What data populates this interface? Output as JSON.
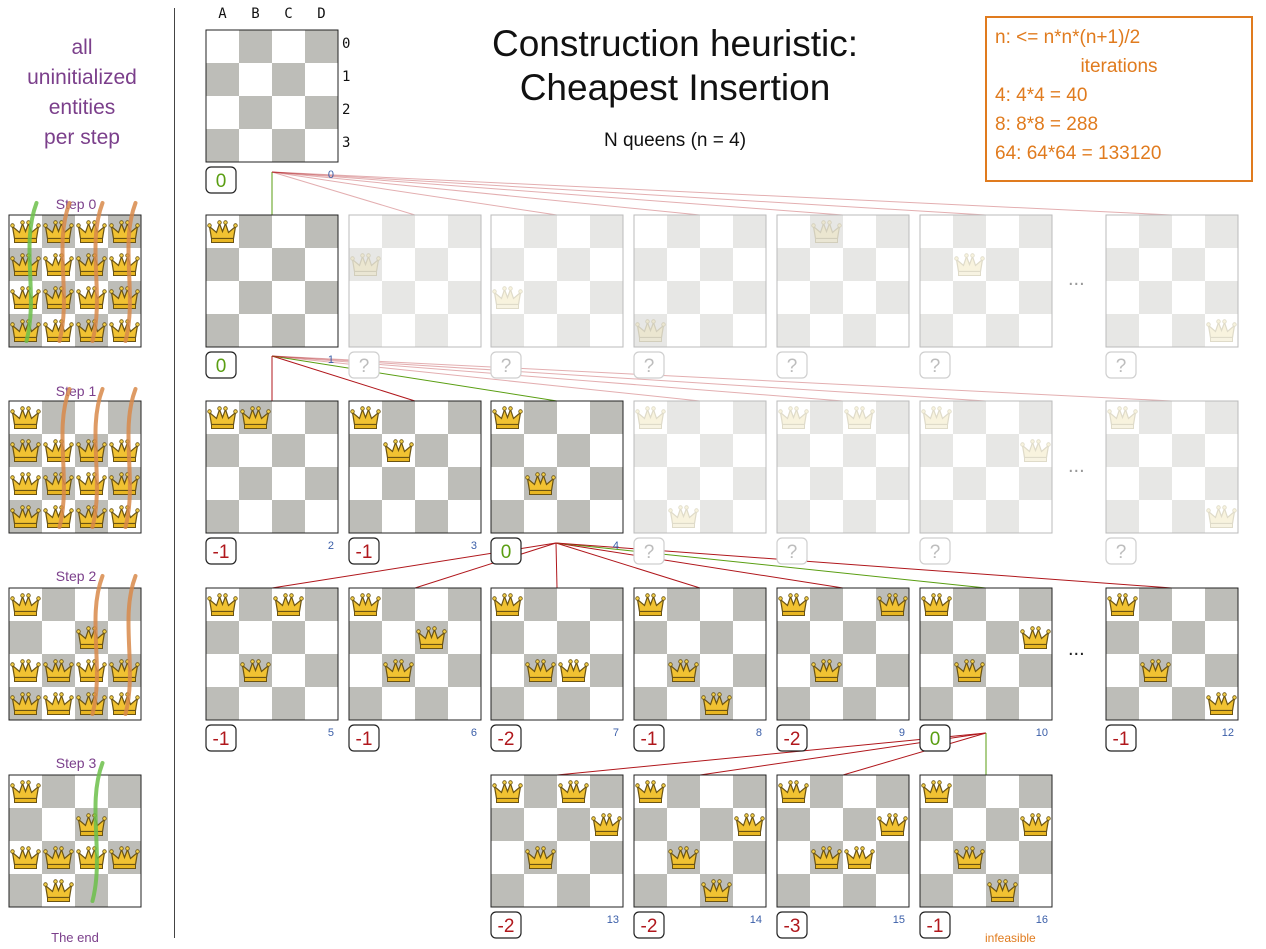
{
  "title_line1": "Construction heuristic:",
  "title_line2": "Cheapest Insertion",
  "subtitle": "N queens (n = 4)",
  "info": {
    "line1": "n: <= n*n*(n+1)/2",
    "line2": "iterations",
    "line3": "4: 4*4 = 40",
    "line4": "8: 8*8 = 288",
    "line5": "64: 64*64 = 133120"
  },
  "side_heading": [
    "all",
    "uninitialized",
    "entities",
    "per step"
  ],
  "steps": [
    "Step 0",
    "Step 1",
    "Step 2",
    "Step 3"
  ],
  "the_end": "The end",
  "infeasible": "infeasible",
  "columns": [
    "A",
    "B",
    "C",
    "D"
  ],
  "rows": [
    "0",
    "1",
    "2",
    "3"
  ],
  "ellipsis": "...",
  "colors": {
    "good": "#5a9e12",
    "bad": "#b0171c",
    "dark_square": "#bdbdb8",
    "faded_square": "#e7e7e5",
    "purple": "#7b3f8b",
    "orange": "#e07b1e",
    "node_number": "#3a5ea8"
  },
  "boards": [
    {
      "id": "0",
      "score": "0",
      "score_type": "good",
      "queens": [],
      "faded": false
    },
    {
      "id": "1",
      "score": "0",
      "score_type": "good",
      "queens": [
        [
          0,
          0
        ]
      ],
      "faded": false
    },
    {
      "id": "",
      "score": "?",
      "score_type": "unknown",
      "queens": [
        [
          0,
          1
        ]
      ],
      "faded": true
    },
    {
      "id": "",
      "score": "?",
      "score_type": "unknown",
      "queens": [
        [
          0,
          2
        ]
      ],
      "faded": true
    },
    {
      "id": "",
      "score": "?",
      "score_type": "unknown",
      "queens": [
        [
          0,
          3
        ]
      ],
      "faded": true
    },
    {
      "id": "",
      "score": "?",
      "score_type": "unknown",
      "queens": [
        [
          1,
          0
        ]
      ],
      "faded": true
    },
    {
      "id": "",
      "score": "?",
      "score_type": "unknown",
      "queens": [
        [
          1,
          1
        ]
      ],
      "faded": true
    },
    {
      "id": "",
      "score": "?",
      "score_type": "unknown",
      "queens": [
        [
          3,
          3
        ]
      ],
      "faded": true
    },
    {
      "id": "2",
      "score": "-1",
      "score_type": "bad",
      "queens": [
        [
          0,
          0
        ],
        [
          1,
          0
        ]
      ],
      "faded": false
    },
    {
      "id": "3",
      "score": "-1",
      "score_type": "bad",
      "queens": [
        [
          0,
          0
        ],
        [
          1,
          1
        ]
      ],
      "faded": false
    },
    {
      "id": "4",
      "score": "0",
      "score_type": "good",
      "queens": [
        [
          0,
          0
        ],
        [
          1,
          2
        ]
      ],
      "faded": false
    },
    {
      "id": "",
      "score": "?",
      "score_type": "unknown",
      "queens": [
        [
          0,
          0
        ],
        [
          1,
          3
        ]
      ],
      "faded": true
    },
    {
      "id": "",
      "score": "?",
      "score_type": "unknown",
      "queens": [
        [
          0,
          0
        ],
        [
          2,
          0
        ]
      ],
      "faded": true
    },
    {
      "id": "",
      "score": "?",
      "score_type": "unknown",
      "queens": [
        [
          0,
          0
        ],
        [
          3,
          1
        ]
      ],
      "faded": true
    },
    {
      "id": "",
      "score": "?",
      "score_type": "unknown",
      "queens": [
        [
          0,
          0
        ],
        [
          3,
          3
        ]
      ],
      "faded": true
    },
    {
      "id": "5",
      "score": "-1",
      "score_type": "bad",
      "queens": [
        [
          0,
          0
        ],
        [
          1,
          2
        ],
        [
          2,
          0
        ]
      ],
      "faded": false
    },
    {
      "id": "6",
      "score": "-1",
      "score_type": "bad",
      "queens": [
        [
          0,
          0
        ],
        [
          1,
          2
        ],
        [
          2,
          1
        ]
      ],
      "faded": false
    },
    {
      "id": "7",
      "score": "-2",
      "score_type": "bad",
      "queens": [
        [
          0,
          0
        ],
        [
          1,
          2
        ],
        [
          2,
          2
        ]
      ],
      "faded": false
    },
    {
      "id": "8",
      "score": "-1",
      "score_type": "bad",
      "queens": [
        [
          0,
          0
        ],
        [
          1,
          2
        ],
        [
          2,
          3
        ]
      ],
      "faded": false
    },
    {
      "id": "9",
      "score": "-2",
      "score_type": "bad",
      "queens": [
        [
          0,
          0
        ],
        [
          1,
          2
        ],
        [
          3,
          0
        ]
      ],
      "faded": false
    },
    {
      "id": "10",
      "score": "0",
      "score_type": "good",
      "queens": [
        [
          0,
          0
        ],
        [
          1,
          2
        ],
        [
          3,
          1
        ]
      ],
      "faded": false
    },
    {
      "id": "12",
      "score": "-1",
      "score_type": "bad",
      "queens": [
        [
          0,
          0
        ],
        [
          1,
          2
        ],
        [
          3,
          3
        ]
      ],
      "faded": false
    },
    {
      "id": "13",
      "score": "-2",
      "score_type": "bad",
      "queens": [
        [
          0,
          0
        ],
        [
          1,
          2
        ],
        [
          3,
          1
        ],
        [
          2,
          0
        ]
      ],
      "faded": false
    },
    {
      "id": "14",
      "score": "-2",
      "score_type": "bad",
      "queens": [
        [
          0,
          0
        ],
        [
          1,
          2
        ],
        [
          3,
          1
        ],
        [
          2,
          3
        ]
      ],
      "faded": false
    },
    {
      "id": "15",
      "score": "-3",
      "score_type": "bad",
      "queens": [
        [
          0,
          0
        ],
        [
          1,
          2
        ],
        [
          3,
          1
        ],
        [
          2,
          2
        ]
      ],
      "faded": false
    },
    {
      "id": "16",
      "score": "-1",
      "score_type": "bad",
      "queens": [
        [
          0,
          0
        ],
        [
          1,
          2
        ],
        [
          3,
          1
        ],
        [
          2,
          3
        ]
      ],
      "faded": false
    }
  ],
  "side_boards": [
    {
      "queens": [
        [
          0,
          0
        ],
        [
          0,
          1
        ],
        [
          0,
          2
        ],
        [
          0,
          3
        ],
        [
          1,
          0
        ],
        [
          1,
          1
        ],
        [
          1,
          2
        ],
        [
          1,
          3
        ],
        [
          2,
          0
        ],
        [
          2,
          1
        ],
        [
          2,
          2
        ],
        [
          2,
          3
        ],
        [
          3,
          0
        ],
        [
          3,
          1
        ],
        [
          3,
          2
        ],
        [
          3,
          3
        ]
      ]
    },
    {
      "queens": [
        [
          0,
          0
        ],
        [
          0,
          1
        ],
        [
          0,
          2
        ],
        [
          0,
          3
        ],
        [
          1,
          1
        ],
        [
          1,
          2
        ],
        [
          1,
          3
        ],
        [
          2,
          1
        ],
        [
          2,
          2
        ],
        [
          2,
          3
        ],
        [
          3,
          1
        ],
        [
          3,
          2
        ],
        [
          3,
          3
        ]
      ]
    },
    {
      "queens": [
        [
          0,
          0
        ],
        [
          0,
          2
        ],
        [
          0,
          3
        ],
        [
          1,
          2
        ],
        [
          1,
          3
        ],
        [
          2,
          1
        ],
        [
          2,
          2
        ],
        [
          2,
          3
        ],
        [
          3,
          2
        ],
        [
          3,
          3
        ]
      ]
    },
    {
      "queens": [
        [
          0,
          0
        ],
        [
          0,
          2
        ],
        [
          1,
          2
        ],
        [
          1,
          3
        ],
        [
          2,
          1
        ],
        [
          2,
          2
        ],
        [
          3,
          2
        ]
      ]
    }
  ]
}
